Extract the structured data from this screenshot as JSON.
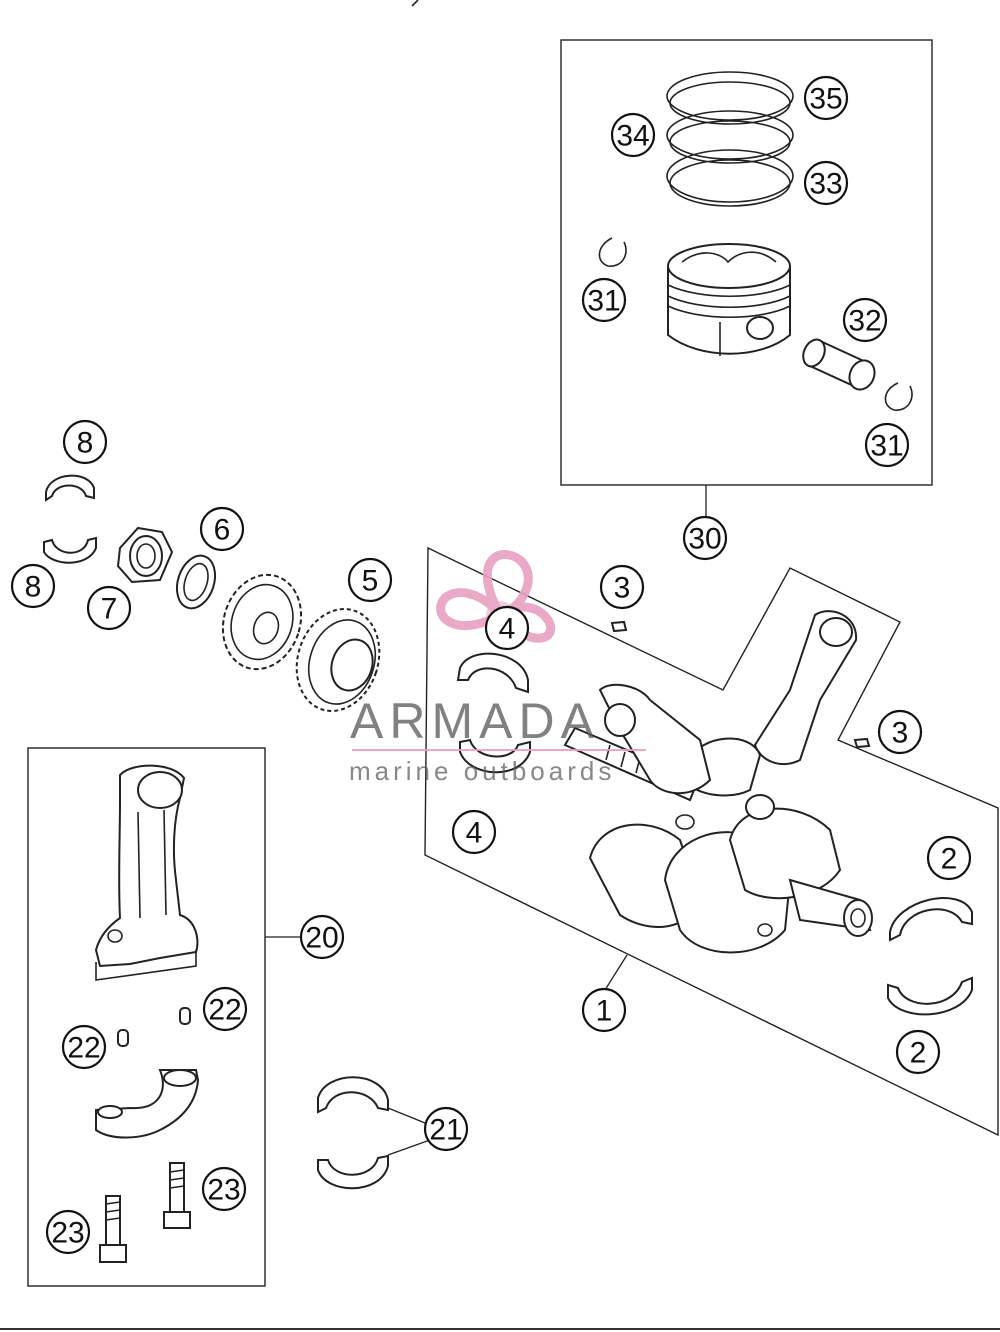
{
  "callouts": [
    {
      "id": "c1",
      "label": "1"
    },
    {
      "id": "c2a",
      "label": "2"
    },
    {
      "id": "c2b",
      "label": "2"
    },
    {
      "id": "c3a",
      "label": "3"
    },
    {
      "id": "c3b",
      "label": "3"
    },
    {
      "id": "c4a",
      "label": "4"
    },
    {
      "id": "c4b",
      "label": "4"
    },
    {
      "id": "c5",
      "label": "5"
    },
    {
      "id": "c6",
      "label": "6"
    },
    {
      "id": "c7",
      "label": "7"
    },
    {
      "id": "c8a",
      "label": "8"
    },
    {
      "id": "c8b",
      "label": "8"
    },
    {
      "id": "c20",
      "label": "20"
    },
    {
      "id": "c21",
      "label": "21"
    },
    {
      "id": "c22a",
      "label": "22"
    },
    {
      "id": "c22b",
      "label": "22"
    },
    {
      "id": "c23a",
      "label": "23"
    },
    {
      "id": "c23b",
      "label": "23"
    },
    {
      "id": "c30",
      "label": "30"
    },
    {
      "id": "c31a",
      "label": "31"
    },
    {
      "id": "c31b",
      "label": "31"
    },
    {
      "id": "c32",
      "label": "32"
    },
    {
      "id": "c33",
      "label": "33"
    },
    {
      "id": "c34",
      "label": "34"
    },
    {
      "id": "c35",
      "label": "35"
    }
  ],
  "watermark": {
    "brand": "ARMADA",
    "tagline": "marine outboards",
    "colors": {
      "logo": "#e8a0c0",
      "text": "#5a5a5a"
    }
  }
}
